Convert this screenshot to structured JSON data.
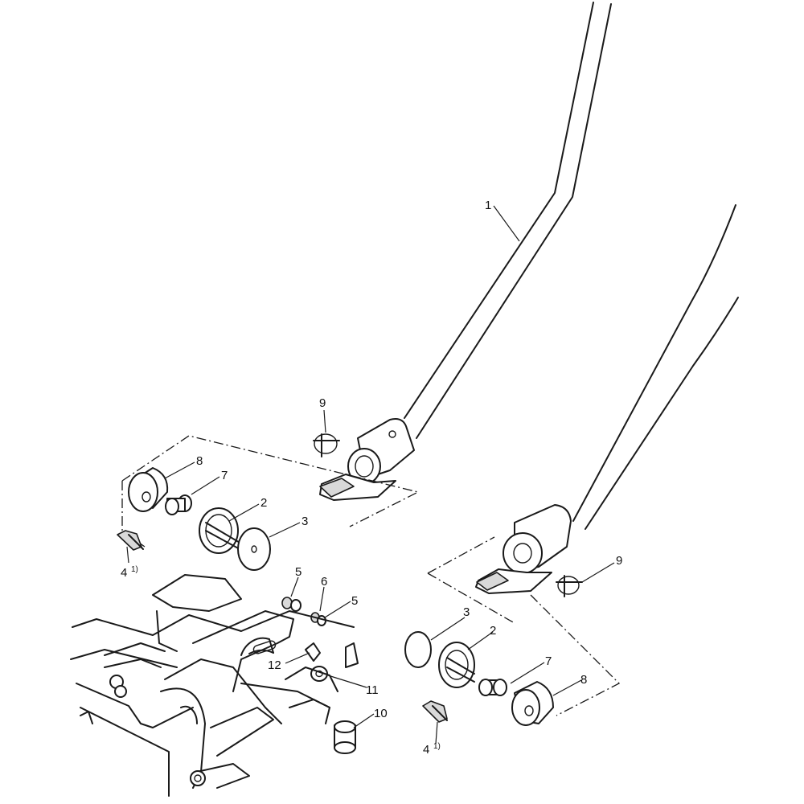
{
  "callouts": {
    "c1": "1",
    "c9_left": "9",
    "c9_right": "9",
    "c8_left": "8",
    "c7_left": "7",
    "c2_left": "2",
    "c3_left": "3",
    "c4_left": "4",
    "c4_left_note": "1)",
    "c5_upper": "5",
    "c6": "6",
    "c5_lower": "5",
    "c12": "12",
    "c11": "11",
    "c10": "10",
    "c3_right": "3",
    "c2_right": "2",
    "c7_right": "7",
    "c8_right": "8",
    "c4_right": "4",
    "c4_right_note": "1)"
  }
}
